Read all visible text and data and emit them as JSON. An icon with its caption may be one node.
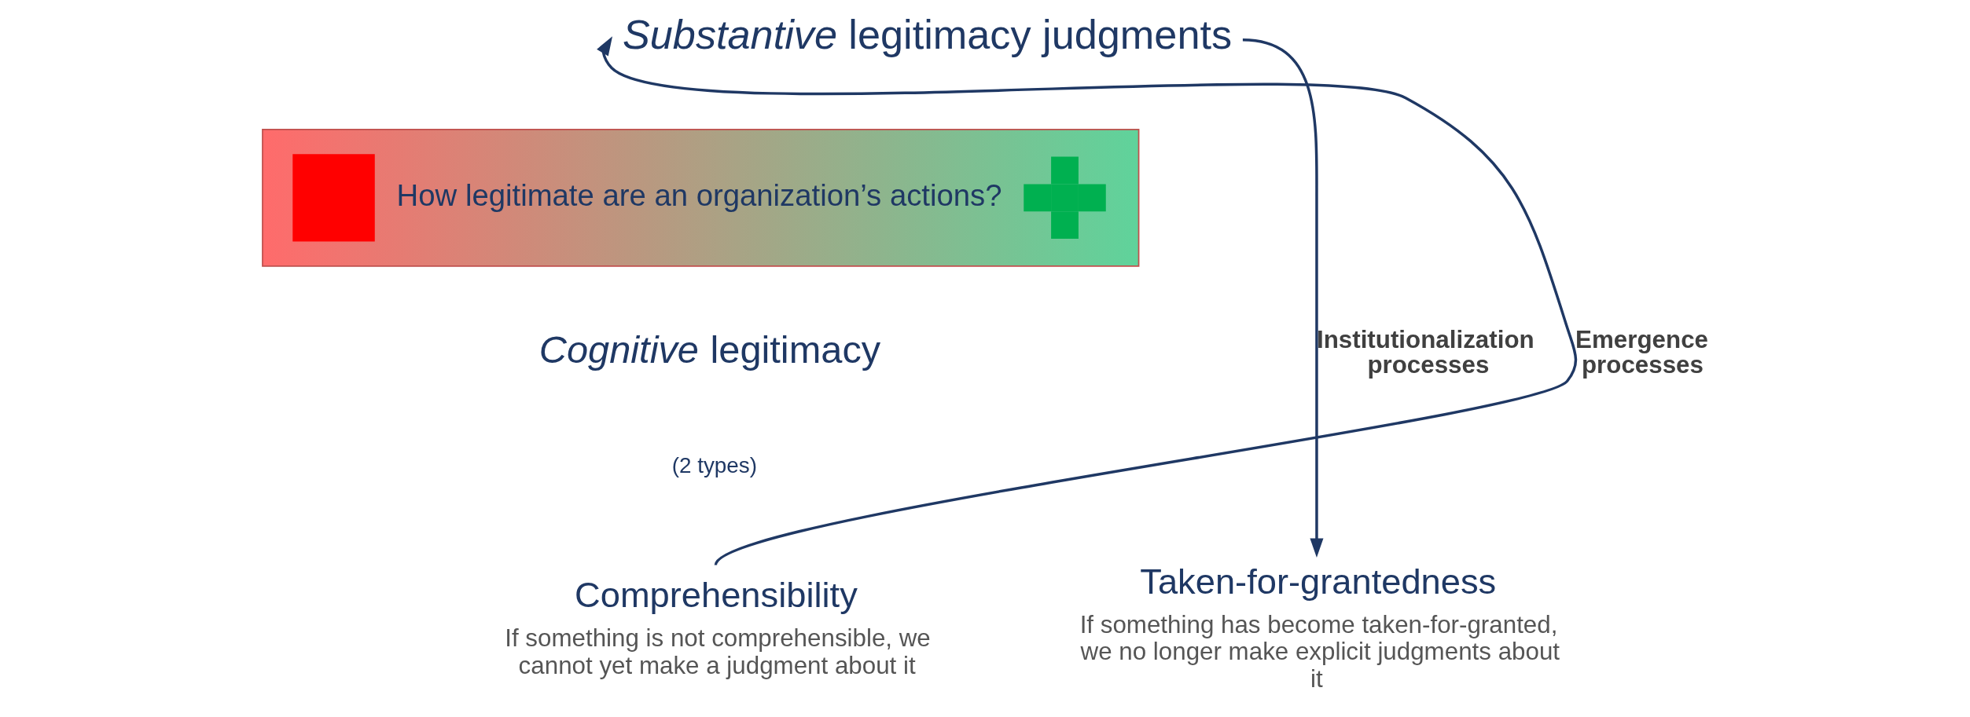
{
  "diagram": {
    "nodes": [
      {
        "text": [
          "*Substantive* legitimacy judgments"
        ]
      },
      {
        "text": [
          "How legitimate are an organization’s actions?"
        ]
      },
      {
        "text": [
          "Comprehensibility",
          "If something is not comprehensible, we cannot yet make a judgment about it"
        ]
      },
      {
        "text": [
          "Taken-for-grantedness",
          "If something has become taken-for-granted, we no longer make explicit judgments about it"
        ]
      }
    ],
    "edges": [
      {
        "from": 2,
        "to": 0,
        "arrow": "to",
        "label": "Emergence processes"
      },
      {
        "from": 0,
        "to": 3,
        "arrow": "to",
        "label": "Institutionalization processes"
      }
    ],
    "labels": [
      "*Cognitive* legitimacy",
      "(2 types)"
    ]
  }
}
